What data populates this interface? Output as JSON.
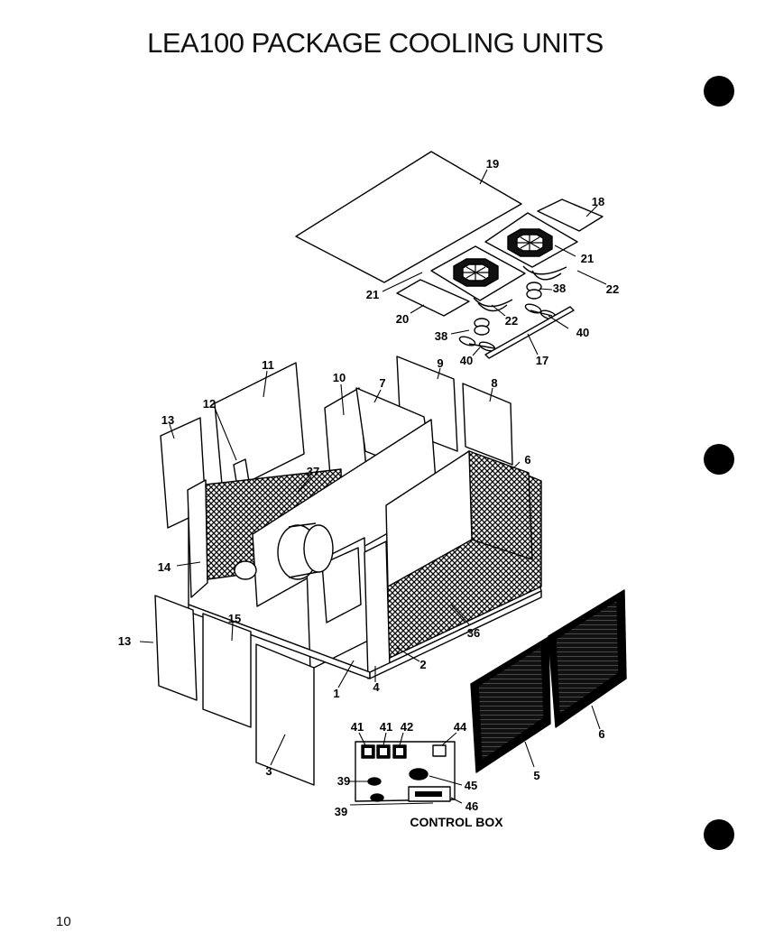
{
  "title": "LEA100 PACKAGE COOLING UNITS",
  "page_number": "10",
  "callouts": {
    "c19": "19",
    "c18": "18",
    "c21a": "21",
    "c21b": "21",
    "c22a": "22",
    "c22b": "22",
    "c38a": "38",
    "c38b": "38",
    "c40a": "40",
    "c40b": "40",
    "c20": "20",
    "c17": "17",
    "c11": "11",
    "c12": "12",
    "c13a": "13",
    "c10": "10",
    "c7": "7",
    "c9": "9",
    "c8": "8",
    "c6a": "6",
    "c37": "37",
    "c14": "14",
    "c13b": "13",
    "c15": "15",
    "c36": "36",
    "c2": "2",
    "c1": "1",
    "c4": "4",
    "c3": "3",
    "c5": "5",
    "c6b": "6",
    "c41a": "41",
    "c41b": "41",
    "c42": "42",
    "c44": "44",
    "c39a": "39",
    "c39b": "39",
    "c45": "45",
    "c46": "46"
  },
  "control_box_label": "CONTROL BOX"
}
